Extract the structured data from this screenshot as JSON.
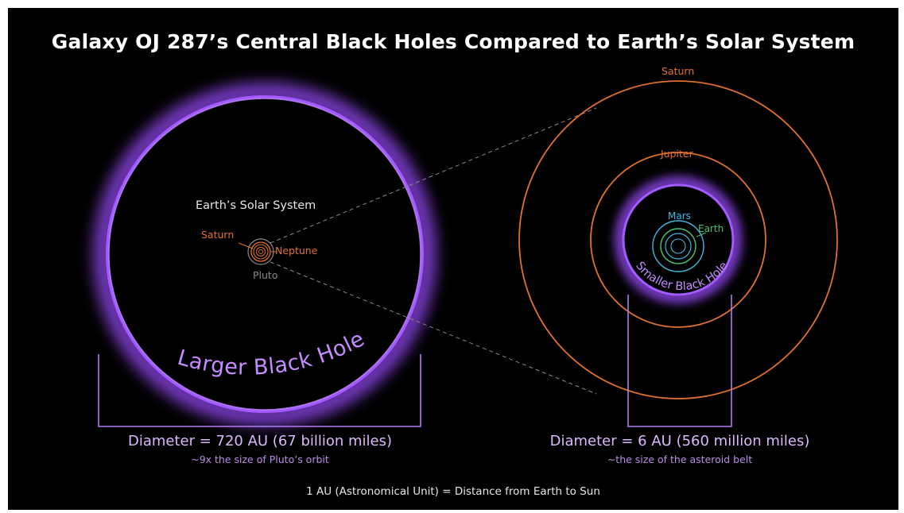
{
  "title": "Galaxy OJ 287’s Central Black Holes Compared to Earth’s Solar System",
  "colors": {
    "background": "#000000",
    "black_hole_glow": "#9b4dff",
    "orbit_outer": "#e0712f",
    "mars": "#43b8e0",
    "earth": "#49c46a",
    "caption": "#dcb8ff",
    "caption_sub": "#b98ee8"
  },
  "larger_black_hole": {
    "label": "Larger Black Hole",
    "diameter_text": "Diameter = 720 AU (67 billion miles)",
    "comparison_text": "~9x the size of Pluto’s orbit"
  },
  "solar_system_inset": {
    "label": "Earth’s Solar System",
    "saturn": "Saturn",
    "neptune": "Neptune",
    "pluto": "Pluto"
  },
  "smaller_black_hole": {
    "label": "Smaller Black Hole",
    "diameter_text": "Diameter = 6 AU (560 million miles)",
    "comparison_text": "~the size of the asteroid belt",
    "orbits": {
      "saturn": "Saturn",
      "jupiter": "Jupiter",
      "mars": "Mars",
      "earth": "Earth"
    }
  },
  "footnote": "1 AU (Astronomical Unit) = Distance from Earth to Sun"
}
